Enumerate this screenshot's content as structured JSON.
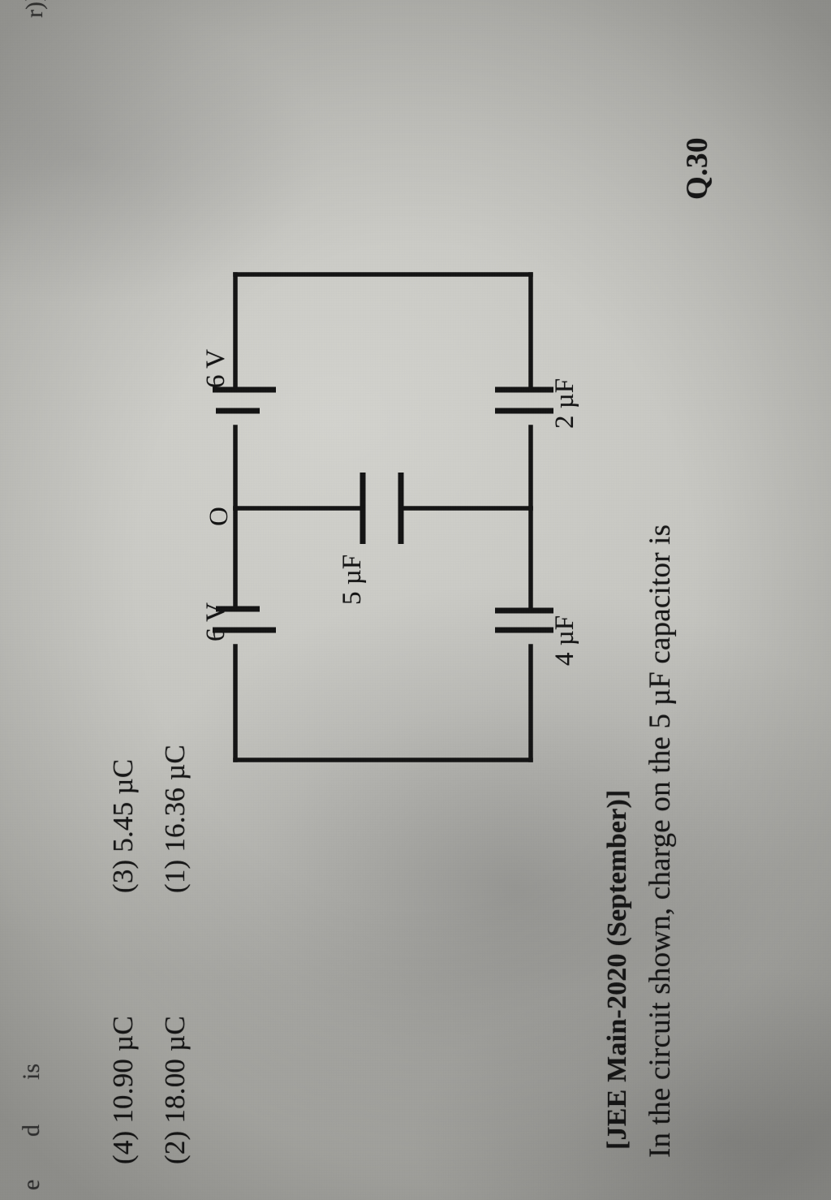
{
  "page": {
    "orientation_note": "rotated-90-clockwise-photo",
    "background_hex": "#c6c6c1",
    "ink_hex": "#171717"
  },
  "question": {
    "number": "Q.30",
    "text_line_1": "In the circuit shown, charge on the 5 µF capacitor is",
    "source": "[JEE Main-2020 (September)]"
  },
  "options": [
    {
      "key": "(1)",
      "value": "16.36",
      "unit": "µC",
      "label": "(1) 16.36 µC"
    },
    {
      "key": "(2)",
      "value": "18.00",
      "unit": "µC",
      "label": "(2) 18.00 µC"
    },
    {
      "key": "(3)",
      "value": "5.45",
      "unit": "µC",
      "label": "(3) 5.45 µC"
    },
    {
      "key": "(4)",
      "value": "10.90",
      "unit": "µC",
      "label": "(4) 10.90 µC"
    }
  ],
  "circuit": {
    "components": [
      {
        "id": "battery-top",
        "type": "battery",
        "label": "6 V",
        "position": "left-branch-upper"
      },
      {
        "id": "battery-bottom",
        "type": "battery",
        "label": "6 V",
        "position": "left-branch-lower"
      },
      {
        "id": "capacitor-middle",
        "type": "capacitor",
        "label": "5 µF",
        "position": "middle-horizontal-branch"
      },
      {
        "id": "capacitor-top",
        "type": "capacitor",
        "label": "2 µF",
        "position": "right-branch-upper"
      },
      {
        "id": "capacitor-bottom",
        "type": "capacitor",
        "label": "4 µF",
        "position": "right-branch-lower"
      }
    ],
    "nodes": [
      {
        "id": "node-o",
        "label": "O",
        "position": "left-branch-middle"
      }
    ]
  },
  "edge_fragments": [
    {
      "id": "frag-bracket",
      "text": "r)]"
    },
    {
      "id": "frag-e",
      "text": "e"
    },
    {
      "id": "frag-d",
      "text": "d"
    },
    {
      "id": "frag-is",
      "text": "is"
    }
  ]
}
